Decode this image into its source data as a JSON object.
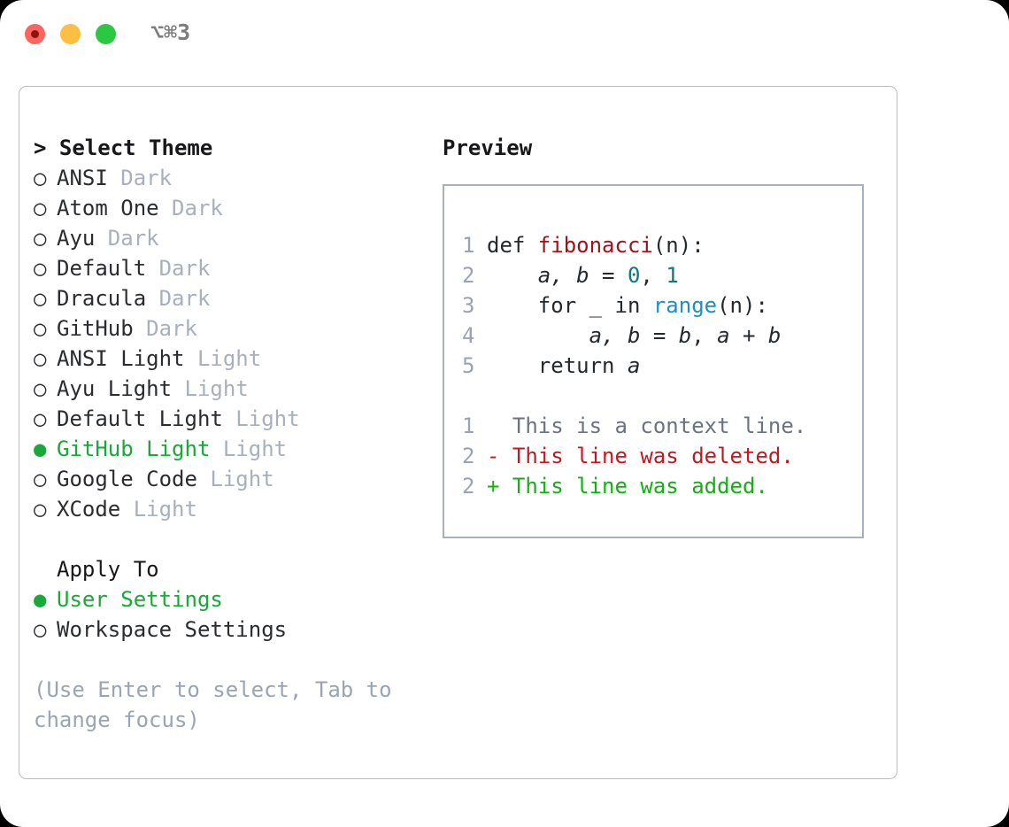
{
  "titlebar": {
    "shortcut": "⌥⌘3",
    "dots": [
      "close-red",
      "minimize-yellow",
      "maximize-green"
    ]
  },
  "theme_picker": {
    "header": "> Select Theme",
    "caret": ">",
    "header_text": "Select Theme",
    "marker_unselected": "○",
    "marker_selected": "●",
    "items": [
      {
        "marker": "○",
        "label": "ANSI",
        "tag": "Dark",
        "selected": false
      },
      {
        "marker": "○",
        "label": "Atom One",
        "tag": "Dark",
        "selected": false
      },
      {
        "marker": "○",
        "label": "Ayu",
        "tag": "Dark",
        "selected": false
      },
      {
        "marker": "○",
        "label": "Default",
        "tag": "Dark",
        "selected": false
      },
      {
        "marker": "○",
        "label": "Dracula",
        "tag": "Dark",
        "selected": false
      },
      {
        "marker": "○",
        "label": "GitHub",
        "tag": "Dark",
        "selected": false
      },
      {
        "marker": "○",
        "label": "ANSI Light",
        "tag": "Light",
        "selected": false
      },
      {
        "marker": "○",
        "label": "Ayu Light",
        "tag": "Light",
        "selected": false
      },
      {
        "marker": "○",
        "label": "Default Light",
        "tag": "Light",
        "selected": false
      },
      {
        "marker": "●",
        "label": "GitHub Light",
        "tag": "Light",
        "selected": true
      },
      {
        "marker": "○",
        "label": "Google Code",
        "tag": "Light",
        "selected": false
      },
      {
        "marker": "○",
        "label": "XCode",
        "tag": "Light",
        "selected": false
      }
    ]
  },
  "apply_to": {
    "header": "Apply To",
    "items": [
      {
        "marker": "●",
        "label": "User Settings",
        "selected": true
      },
      {
        "marker": "○",
        "label": "Workspace Settings",
        "selected": false
      }
    ]
  },
  "hint": "(Use Enter to select, Tab to change focus)",
  "preview": {
    "title": "Preview",
    "code_lines": [
      {
        "num": "1",
        "tokens": [
          {
            "t": "def ",
            "c": "plain"
          },
          {
            "t": "fibonacci",
            "c": "fn"
          },
          {
            "t": "(n):",
            "c": "plain"
          }
        ]
      },
      {
        "num": "2",
        "tokens": [
          {
            "t": "    ",
            "c": "plain"
          },
          {
            "t": "a, b",
            "c": "var"
          },
          {
            "t": " = ",
            "c": "plain"
          },
          {
            "t": "0",
            "c": "num"
          },
          {
            "t": ", ",
            "c": "plain"
          },
          {
            "t": "1",
            "c": "num"
          }
        ]
      },
      {
        "num": "3",
        "tokens": [
          {
            "t": "    for ",
            "c": "plain"
          },
          {
            "t": "_",
            "c": "plain"
          },
          {
            "t": " in ",
            "c": "plain"
          },
          {
            "t": "range",
            "c": "call"
          },
          {
            "t": "(n):",
            "c": "plain"
          }
        ]
      },
      {
        "num": "4",
        "tokens": [
          {
            "t": "        ",
            "c": "plain"
          },
          {
            "t": "a, b",
            "c": "var"
          },
          {
            "t": " = ",
            "c": "plain"
          },
          {
            "t": "b",
            "c": "var"
          },
          {
            "t": ", ",
            "c": "plain"
          },
          {
            "t": "a + b",
            "c": "var"
          }
        ]
      },
      {
        "num": "5",
        "tokens": [
          {
            "t": "    return ",
            "c": "plain"
          },
          {
            "t": "a",
            "c": "var"
          }
        ]
      }
    ],
    "diff_lines": [
      {
        "num": "1",
        "prefix": "  ",
        "text": "This is a context line.",
        "kind": "ctx"
      },
      {
        "num": "2",
        "prefix": "- ",
        "text": "This line was deleted.",
        "kind": "del"
      },
      {
        "num": "2",
        "prefix": "+ ",
        "text": "This line was added.",
        "kind": "add"
      }
    ]
  },
  "colors": {
    "selected_green": "#19a83a",
    "tag_gray": "#a8b0bd",
    "hint_gray": "#9aa4b3",
    "fn_red": "#a0111a",
    "num_teal": "#0b7b80",
    "call_blue": "#1f8ec4",
    "diff_del": "#c0191f",
    "diff_add": "#12b012",
    "border": "#b6bdc9"
  }
}
